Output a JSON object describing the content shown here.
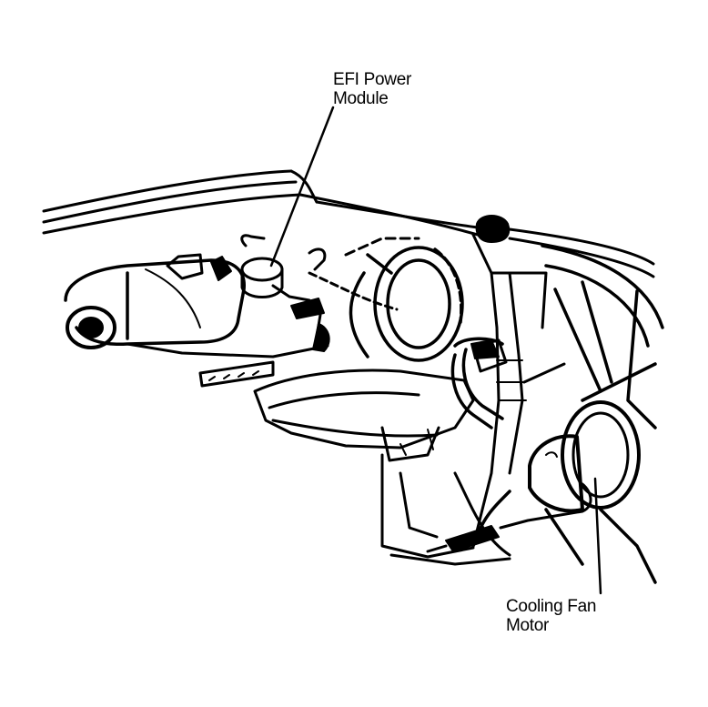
{
  "labels": {
    "efi_power_module": {
      "line1": "EFI Power",
      "line2": "Module"
    },
    "cooling_fan_motor": {
      "line1": "Cooling Fan",
      "line2": "Motor"
    }
  },
  "colors": {
    "ink": "#000000",
    "paper": "#ffffff"
  }
}
